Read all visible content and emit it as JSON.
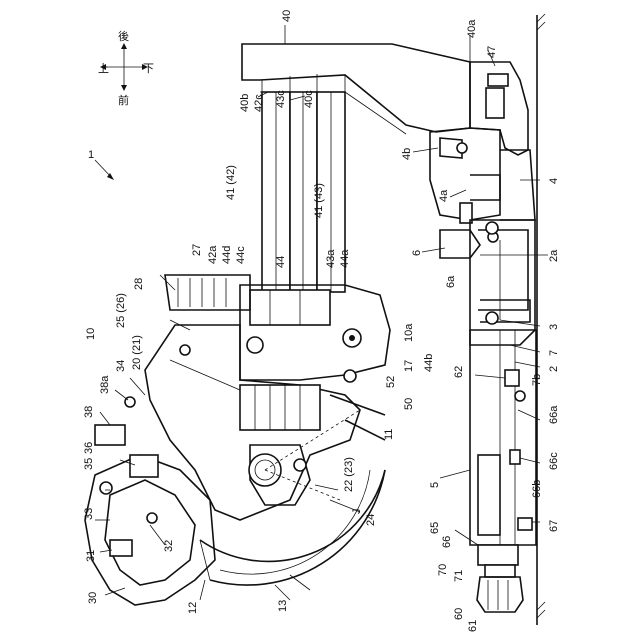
{
  "figure_ref": "1",
  "orientation": {
    "up": "上",
    "rear": "後",
    "down": "下",
    "front": "前"
  },
  "labels": {
    "l40": "40",
    "l40a": "40a",
    "l47": "47",
    "l40b": "40b",
    "l42c": "42c",
    "l43c": "43c",
    "l40c": "40c",
    "l4b": "4b",
    "l4": "4",
    "l41_42": "41 (42)",
    "l41_43": "41 (43)",
    "l4a": "4a",
    "l2a": "2a",
    "l27": "27",
    "l42a": "42a",
    "l44d": "44d",
    "l44c": "44c",
    "l44": "44",
    "l6": "6",
    "l6a": "6a",
    "l28": "28",
    "l43a": "43a",
    "l44a": "44a",
    "l25_26": "25 (26)",
    "l10": "10",
    "l20_21": "20 (21)",
    "l3": "3",
    "l10a": "10a",
    "l34": "34",
    "l7": "7",
    "l44b": "44b",
    "l38a": "38a",
    "l17": "17",
    "l2": "2",
    "l62": "62",
    "l7b": "7b",
    "l52": "52",
    "l38": "38",
    "l50": "50",
    "l66a": "66a",
    "l11": "11",
    "l35": "35",
    "l36": "36",
    "l22_23": "22 (23)",
    "l66c": "66c",
    "l5": "5",
    "l66b": "66b",
    "l33": "33",
    "lJ": "J",
    "l24": "24",
    "l32": "32",
    "l31": "31",
    "l65": "65",
    "l66": "66",
    "l67": "67",
    "l70": "70",
    "l71": "71",
    "l30": "30",
    "l12": "12",
    "l13": "13",
    "l60": "60",
    "l61": "61"
  }
}
